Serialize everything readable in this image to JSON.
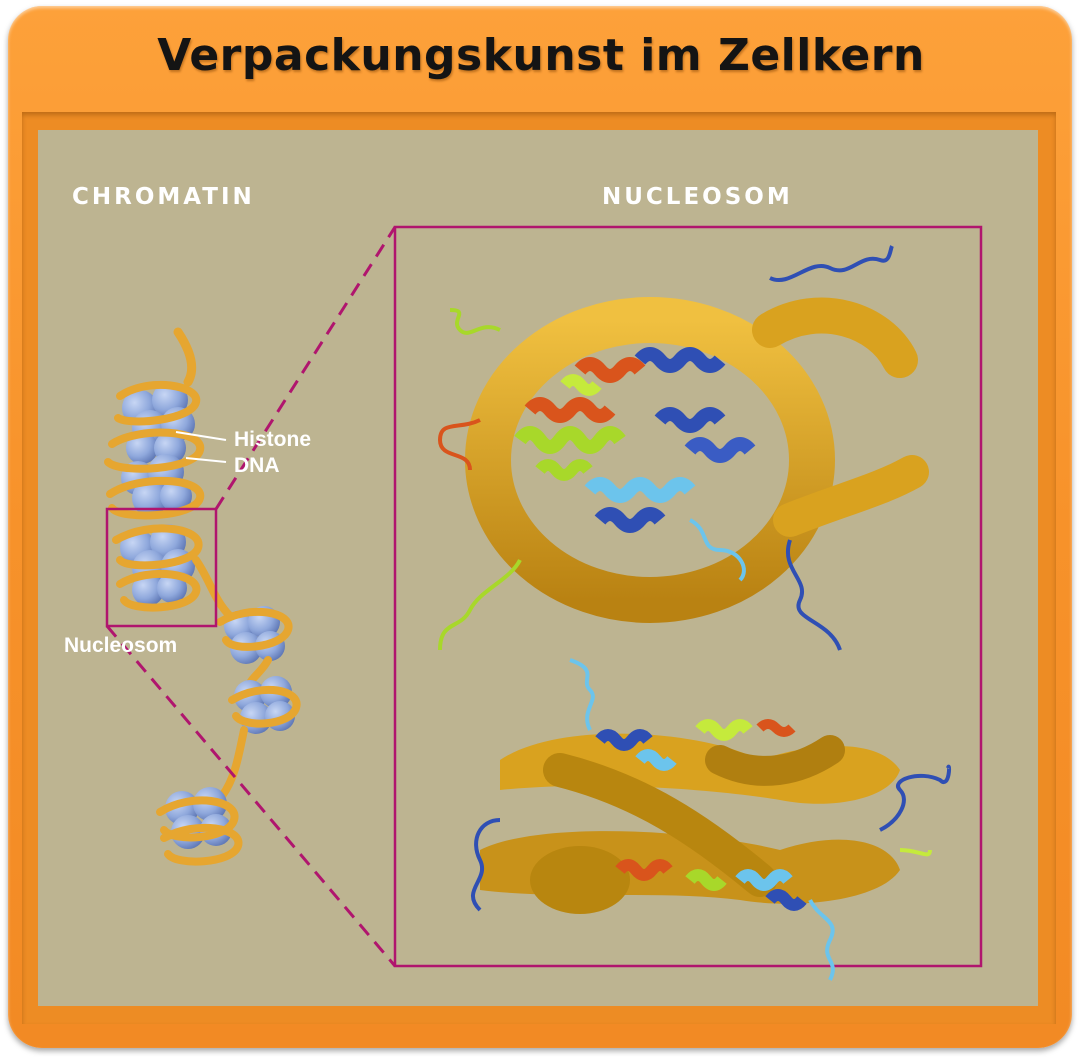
{
  "title": "Verpackungskunst im Zellkern",
  "headings": {
    "chromatin": "CHROMATIN",
    "nucleosom": "NUCLEOSOM"
  },
  "labels": {
    "histone": "Histone",
    "dna": "DNA",
    "nucleosom": "Nucleosom"
  },
  "colors": {
    "frame_orange": "#f7922a",
    "panel_bg": "#bdb491",
    "highlight_magenta": "#b0156e",
    "dna_gold": "#d9a21f",
    "histone_blue": "#8fa8dc",
    "helix_orange": "#d9541c",
    "helix_lime": "#a8d82a",
    "helix_blue": "#2f4fb4",
    "helix_cyan": "#6cc4ec"
  }
}
